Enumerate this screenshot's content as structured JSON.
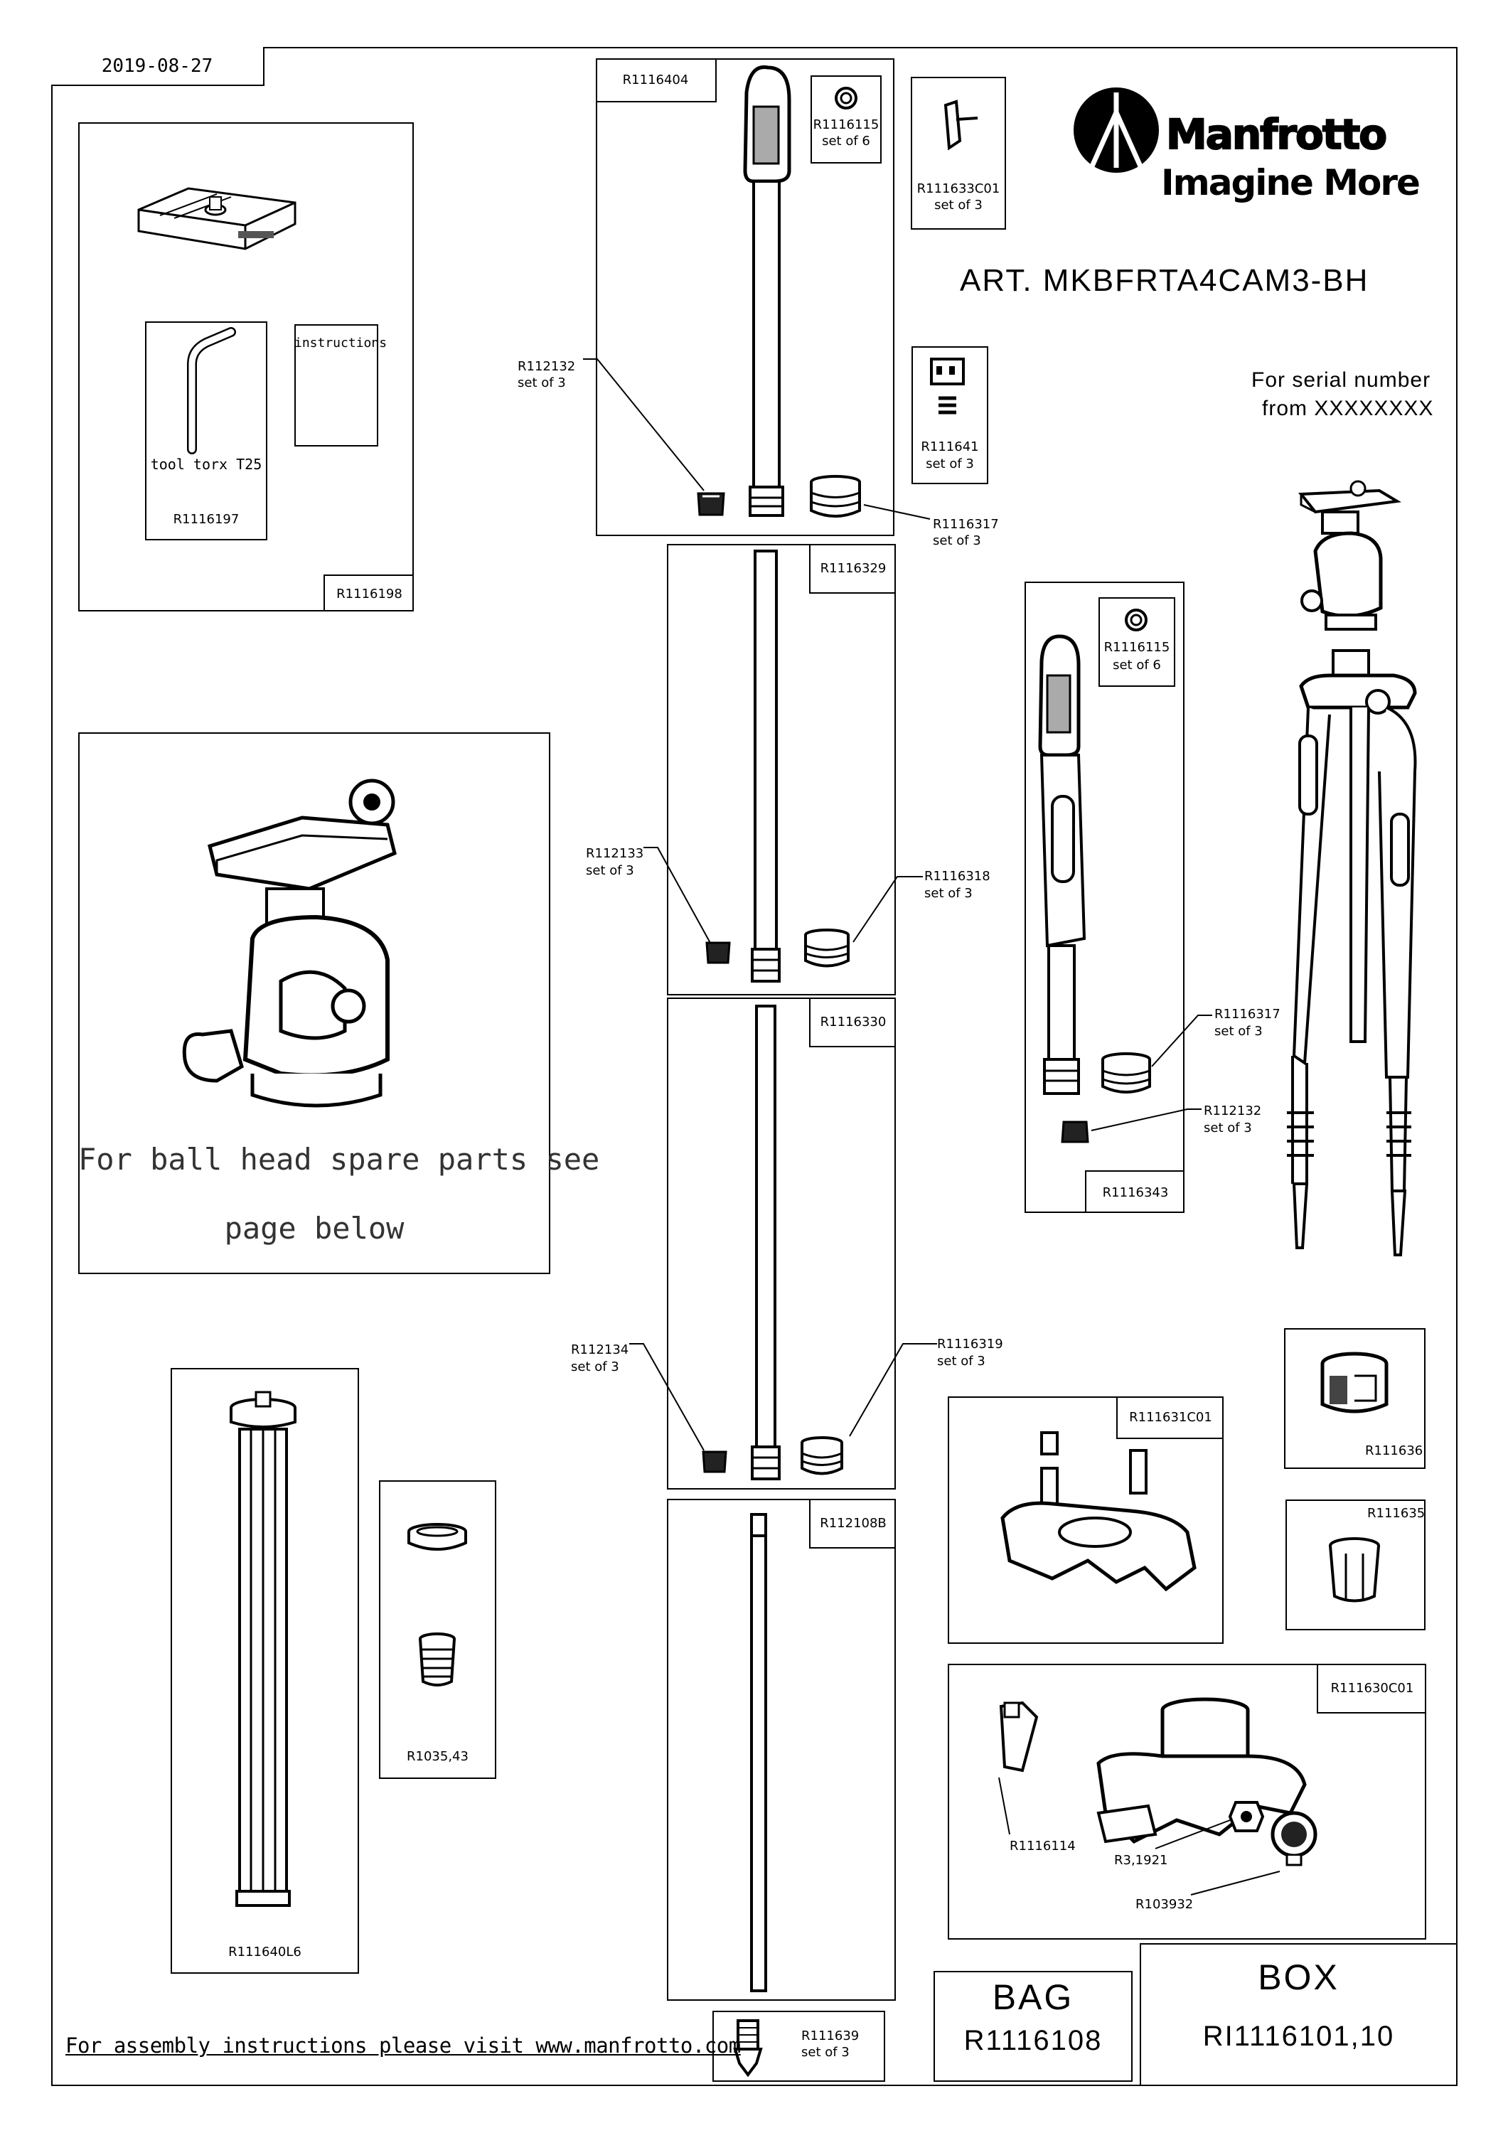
{
  "date": "2019-08-27",
  "brand": {
    "name": "Manfrotto",
    "tagline": "Imagine More"
  },
  "article": "ART. MKBFRTA4CAM3-BH",
  "serial": {
    "line1": "For serial number",
    "line2": "from XXXXXXXX"
  },
  "accessory_box": {
    "code": "R1116198",
    "tool_label": "tool torx T25",
    "tool_code": "R1116197",
    "instructions_label": "instructions"
  },
  "ball_head": {
    "note_line1": "For ball head spare parts see",
    "note_line2": "page below"
  },
  "leg_upper": {
    "code": "R1116404",
    "cap": {
      "code": "R1116115",
      "qty": "set of 6"
    },
    "lever": {
      "code": "R111633C01",
      "qty": "set of 3"
    },
    "lock": {
      "code": "R111641",
      "qty": "set of 3"
    },
    "foot": {
      "code": "R112132",
      "qty": "set of 3"
    },
    "ring": {
      "code": "R1116317",
      "qty": "set of 3"
    }
  },
  "leg_2": {
    "code": "R1116329",
    "foot": {
      "code": "R112133",
      "qty": "set of 3"
    },
    "ring": {
      "code": "R1116318",
      "qty": "set of 3"
    }
  },
  "leg_3": {
    "code": "R1116330",
    "foot": {
      "code": "R112134",
      "qty": "set of 3"
    },
    "ring": {
      "code": "R1116319",
      "qty": "set of 3"
    }
  },
  "leg_4": {
    "code": "R112108B"
  },
  "spike": {
    "code": "R111639",
    "qty": "set of 3"
  },
  "leg_alt": {
    "code": "R1116343",
    "cap": {
      "code": "R1116115",
      "qty": "set of 6"
    },
    "ring": {
      "code": "R1116317",
      "qty": "set of 3"
    },
    "foot": {
      "code": "R112132",
      "qty": "set of 3"
    }
  },
  "column": {
    "code": "R111640L6"
  },
  "column_parts": {
    "code": "R1035,43"
  },
  "spider": {
    "code": "R111631C01"
  },
  "collar": {
    "code": "R111636"
  },
  "bushing": {
    "code": "R111635"
  },
  "top_casting": {
    "code": "R111630C01",
    "latch": "R1116114",
    "knob": "R3,1921",
    "lock": "R103932"
  },
  "bag": {
    "label": "BAG",
    "code": "R1116108"
  },
  "box": {
    "label": "BOX",
    "code": "RI1116101,10"
  },
  "footer": "For assembly instructions please visit www.manfrotto.com"
}
